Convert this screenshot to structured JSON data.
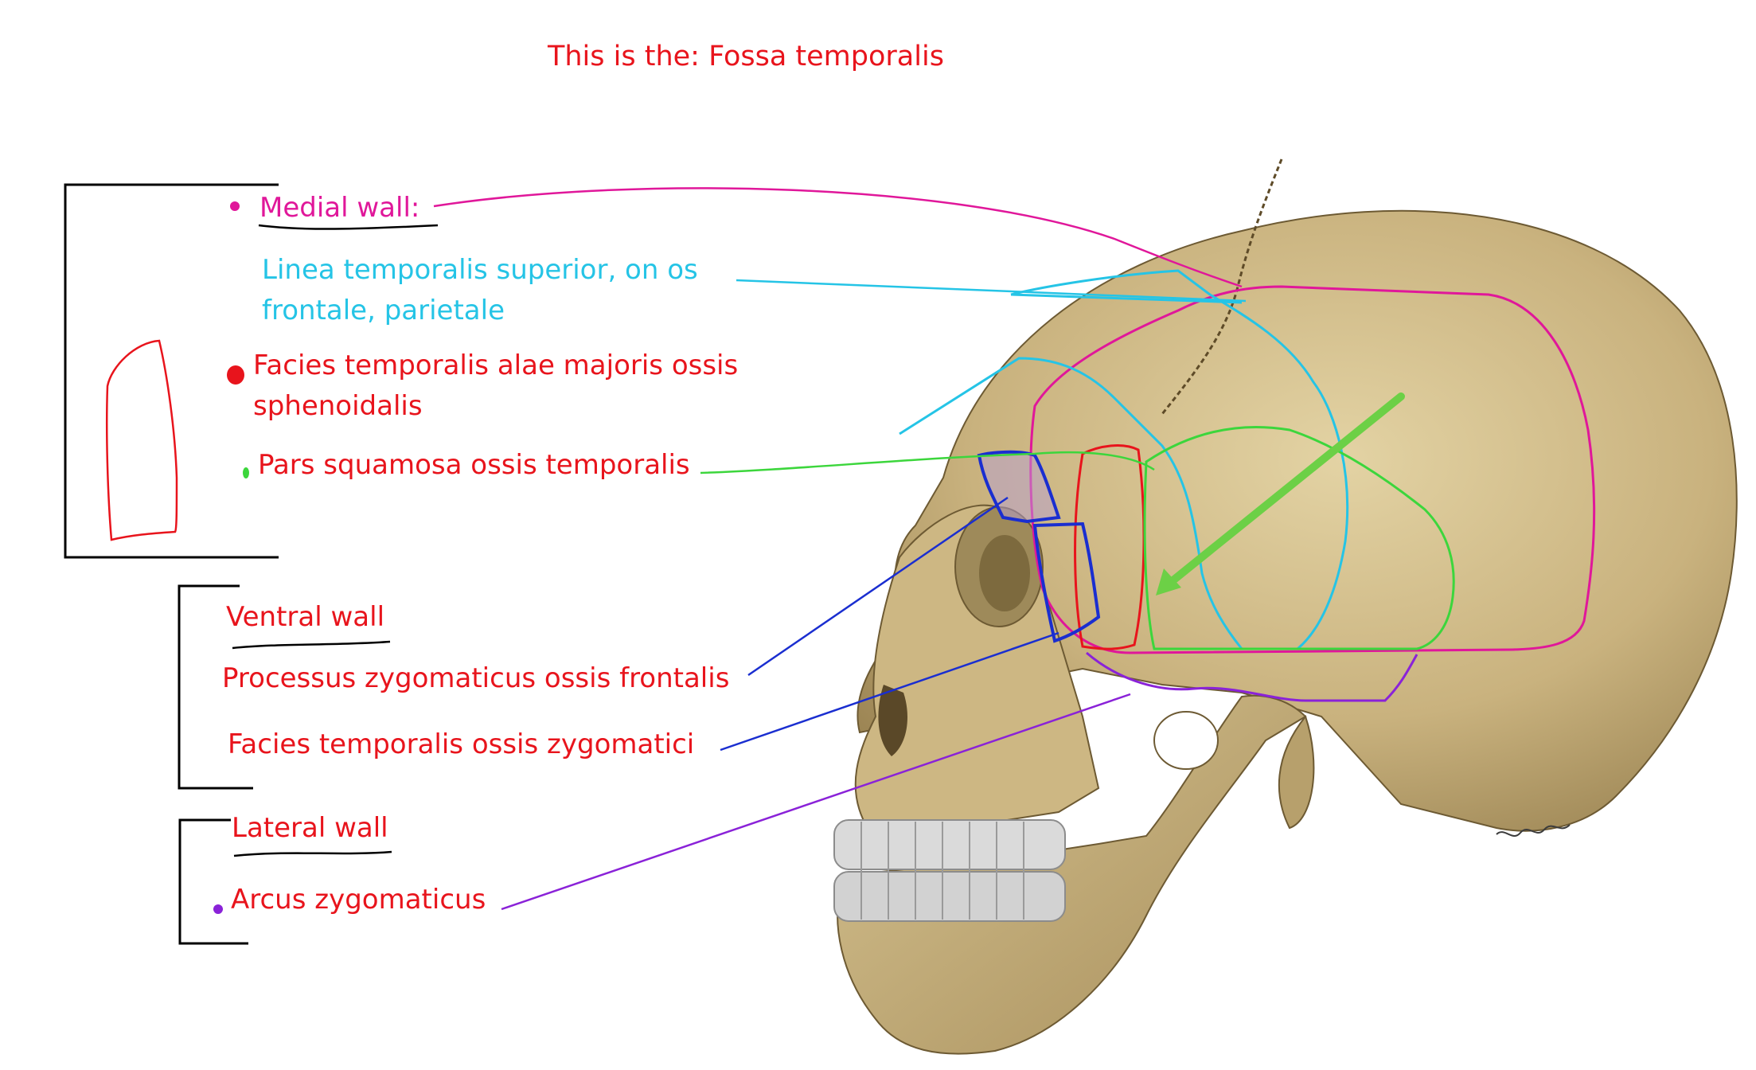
{
  "title": "This is the: Fossa temporalis",
  "medial_wall": {
    "heading": "Medial wall:",
    "items": [
      {
        "text_line1": "Linea temporalis superior, on os",
        "text_line2": "frontale, parietale",
        "color": "#25c4e6"
      },
      {
        "text_line1": "Facies temporalis alae majoris ossis",
        "text_line2": "sphenoidalis",
        "color": "#e8141c"
      },
      {
        "text": "Pars squamosa ossis temporalis",
        "color": "#e8141c"
      }
    ]
  },
  "ventral_wall": {
    "heading": "Ventral wall",
    "items": [
      {
        "text": "Processus zygomaticus ossis frontalis"
      },
      {
        "text": "Facies temporalis ossis zygomatici"
      }
    ]
  },
  "lateral_wall": {
    "heading": "Lateral wall",
    "items": [
      {
        "text": "Arcus zygomaticus"
      }
    ]
  },
  "colors": {
    "label_red": "#e8141c",
    "medial_magenta": "#e0179a",
    "linea_cyan": "#25c4e6",
    "pars_green": "#3cd63c",
    "ventral_blue": "#1a2ed0",
    "arcus_purple": "#8a22d8",
    "bone": "#c9b27e"
  }
}
